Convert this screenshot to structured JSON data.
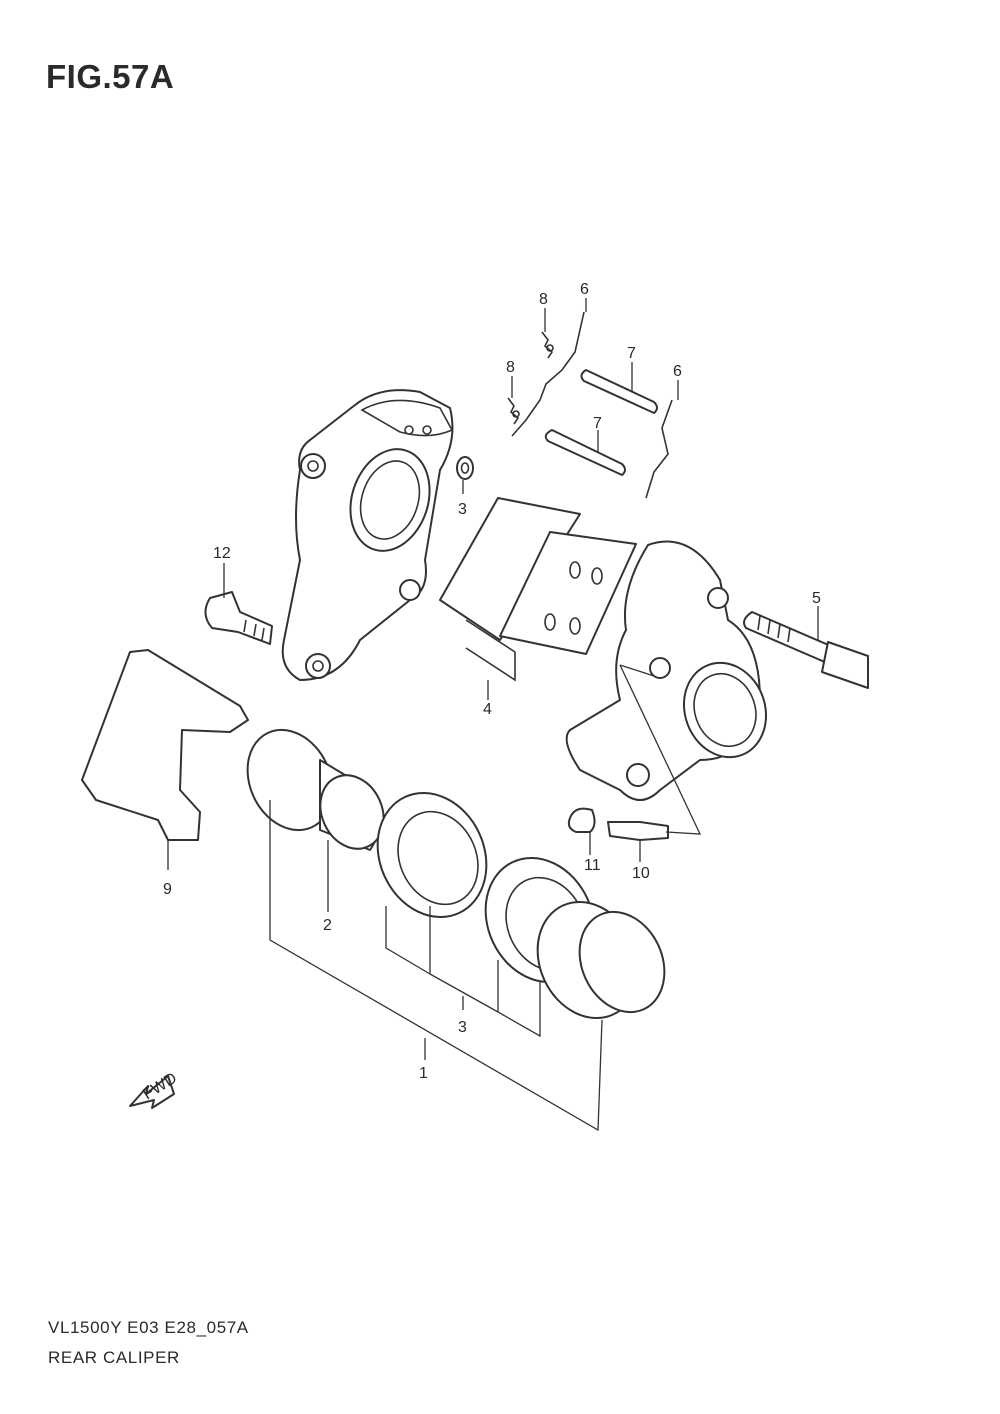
{
  "figure": {
    "title": "FIG.57A",
    "model_code": "VL1500Y E03 E28_057A",
    "name": "REAR CALIPER"
  },
  "callouts": {
    "c1": "1",
    "c2": "2",
    "c3a": "3",
    "c3b": "3",
    "c4": "4",
    "c5": "5",
    "c6a": "6",
    "c6b": "6",
    "c7a": "7",
    "c7b": "7",
    "c8a": "8",
    "c8b": "8",
    "c9": "9",
    "c10": "10",
    "c11": "11",
    "c12": "12"
  },
  "fwd_arrow": {
    "label": "FWD"
  }
}
